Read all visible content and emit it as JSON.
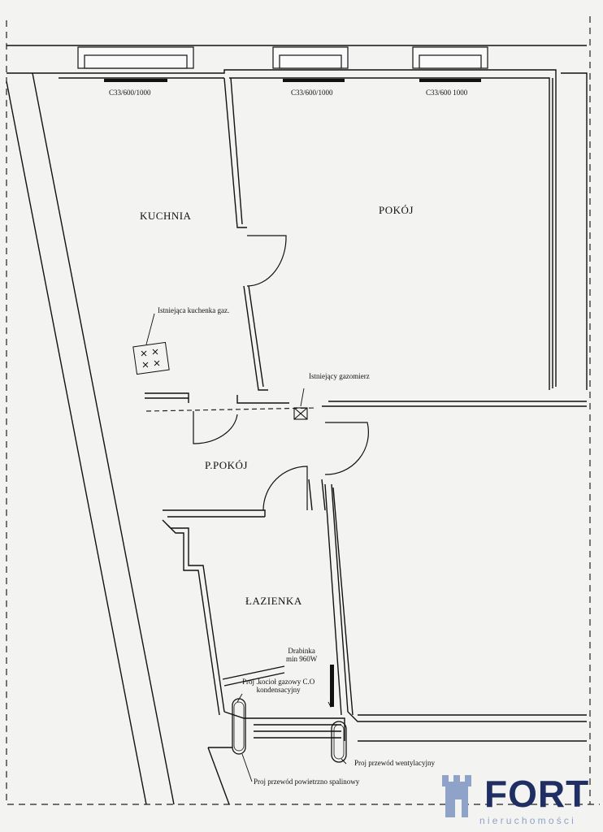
{
  "rooms": {
    "kitchen": "KUCHNIA",
    "living_room": "POKÓJ",
    "hall": "P.POKÓJ",
    "bathroom": "ŁAZIENKA"
  },
  "radiators": {
    "kitchen": "C33/600/1000",
    "room_left": "C33/600/1000",
    "room_right": "C33/600 1000"
  },
  "annotations": {
    "stove": "Istniejąca kuchenka gaz.",
    "gas_meter": "Istniejący gazomierz",
    "towel_rail": [
      "Drabinka",
      "min 960W"
    ],
    "boiler": [
      "Proj .kocioł gazowy C.O",
      "kondensacyjny"
    ],
    "ventilation": "Proj przewód wentylacyjny",
    "flue": "Proj przewód powietrzno spalinowy"
  },
  "logo": {
    "name": "FORT",
    "tagline": "nieruchomości",
    "colors": {
      "primary": "#1f2f63",
      "secondary": "#8fa3c9"
    }
  }
}
